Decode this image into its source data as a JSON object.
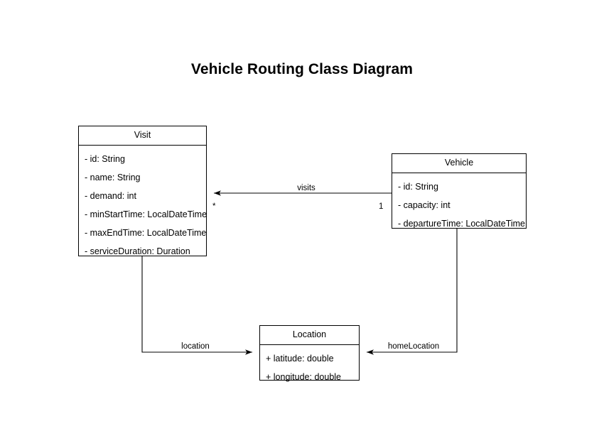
{
  "diagram": {
    "title": "Vehicle Routing Class Diagram",
    "background_color": "#ffffff",
    "line_color": "#000000",
    "text_color": "#000000",
    "type": "uml-class-diagram",
    "classes": [
      {
        "id": "visit",
        "name": "Visit",
        "attributes": [
          "- id: String",
          "- name: String",
          "- demand: int",
          "- minStartTime: LocalDateTime",
          "- maxEndTime: LocalDateTime",
          "- serviceDuration: Duration"
        ]
      },
      {
        "id": "vehicle",
        "name": "Vehicle",
        "attributes": [
          "- id: String",
          "- capacity: int",
          "- departureTime: LocalDateTime"
        ]
      },
      {
        "id": "location",
        "name": "Location",
        "attributes": [
          "+ latitude: double",
          "+ longitude: double"
        ]
      }
    ],
    "relationships": [
      {
        "id": "visits",
        "label": "visits",
        "from": "Vehicle",
        "to": "Visit",
        "source_multiplicity": "1",
        "target_multiplicity": "*",
        "arrow": "open-arrow"
      },
      {
        "id": "location",
        "label": "location",
        "from": "Visit",
        "to": "Location",
        "source_multiplicity": "",
        "target_multiplicity": "",
        "arrow": "open-arrow"
      },
      {
        "id": "homeLocation",
        "label": "homeLocation",
        "from": "Vehicle",
        "to": "Location",
        "source_multiplicity": "",
        "target_multiplicity": "",
        "arrow": "open-arrow"
      }
    ]
  }
}
